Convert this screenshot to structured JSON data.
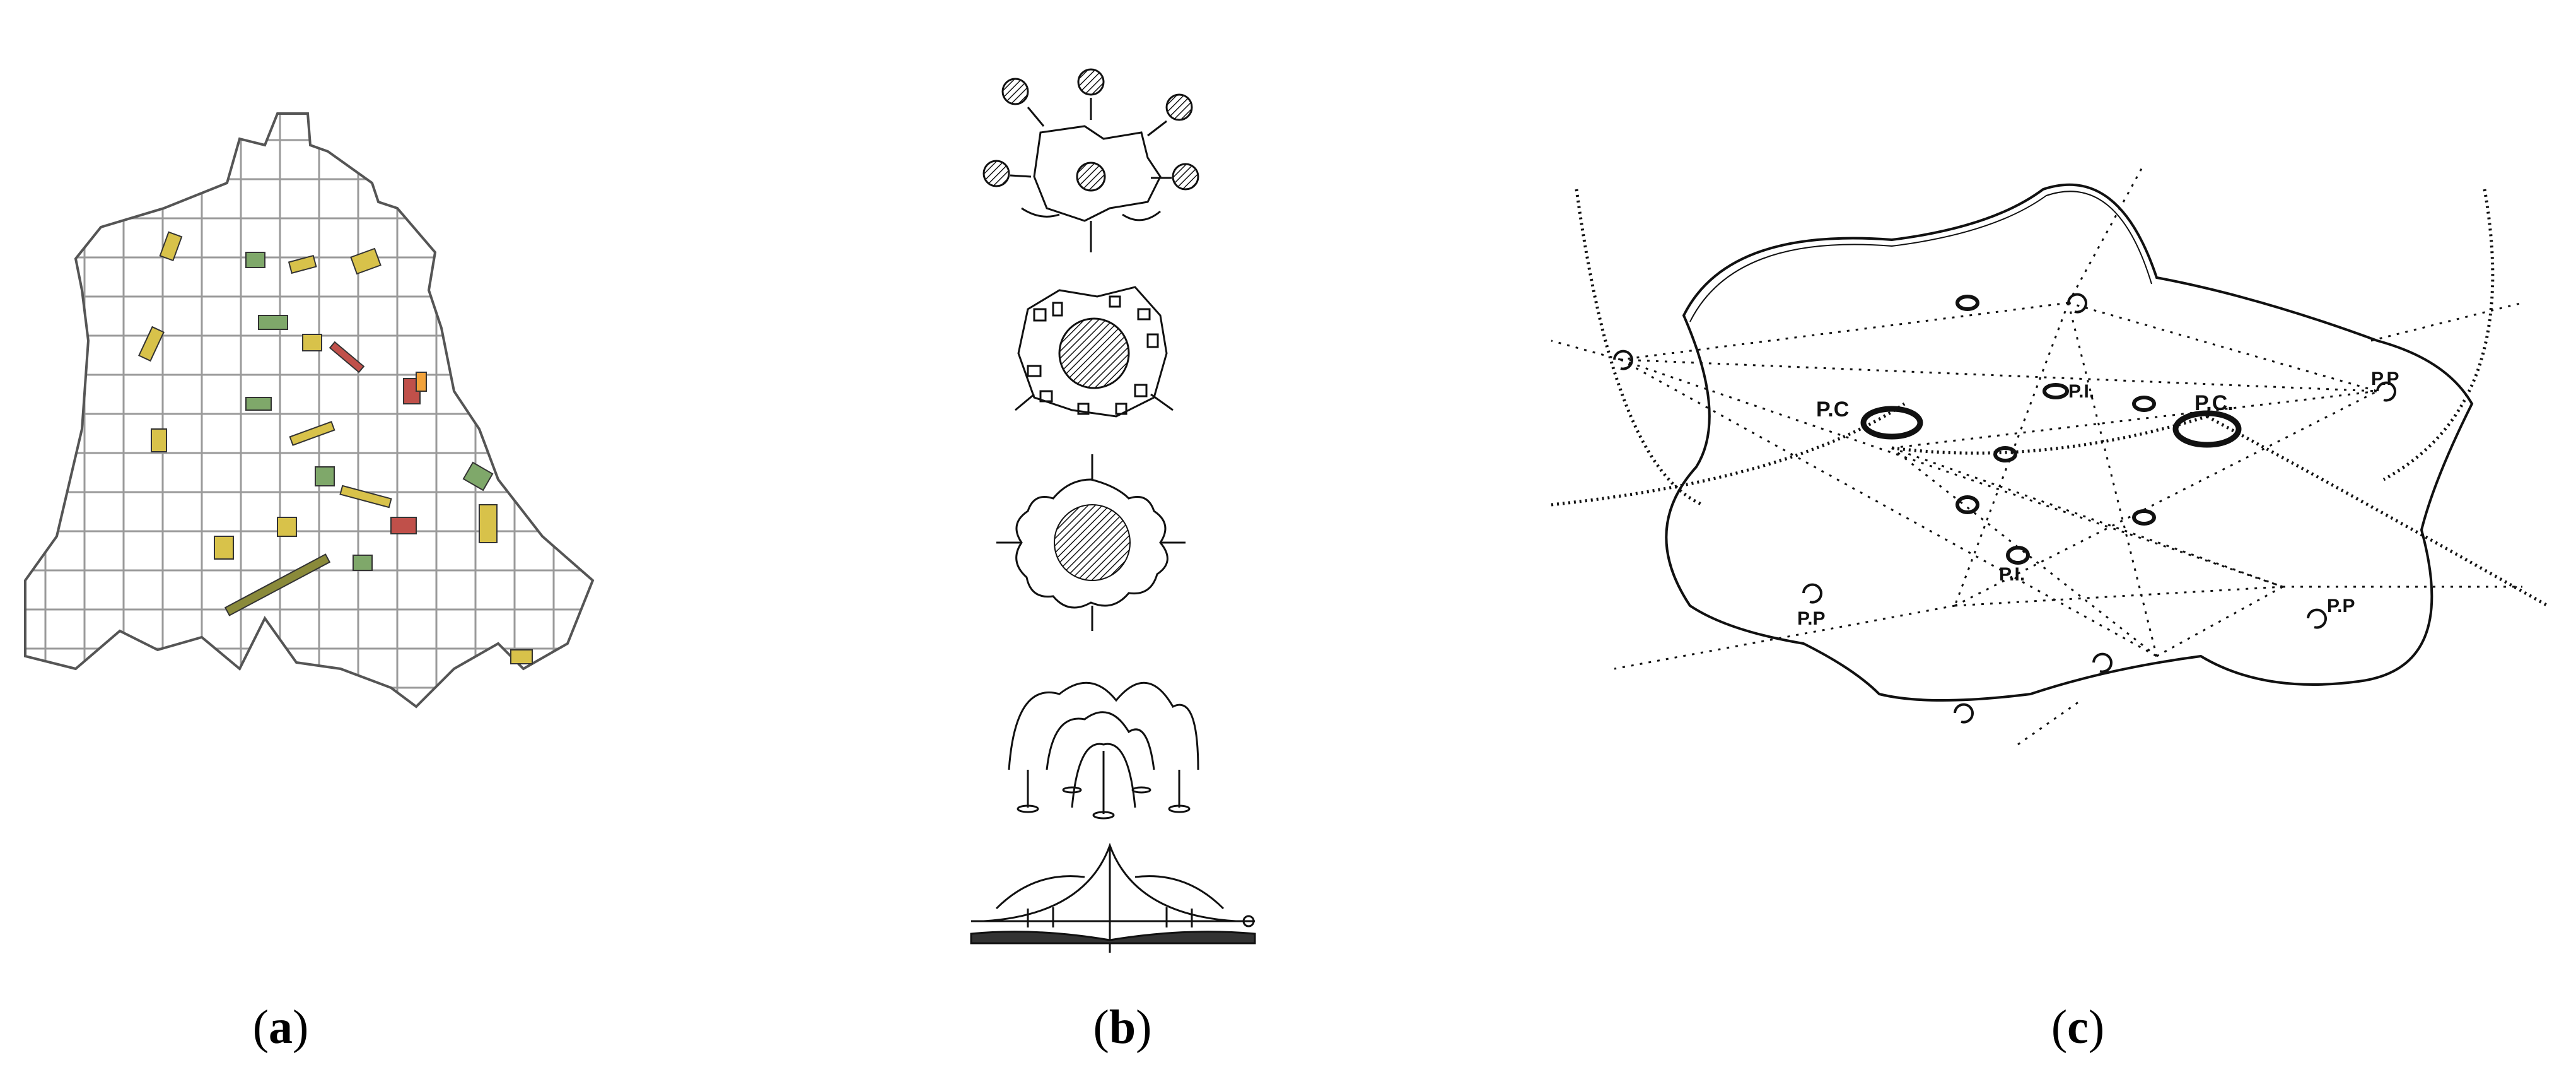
{
  "captions": {
    "a": "a",
    "b": "b",
    "c": "c"
  },
  "diagram_c": {
    "labels": {
      "pc_left": "P.C",
      "pc_right": "P.C.",
      "pi_top": "P.I.",
      "pi_bottom": "P.I.",
      "pp_top_right": "P.P",
      "pp_left": "P.P",
      "pp_right": "P.P"
    }
  },
  "colors": {
    "ink": "#111111",
    "grid": "#9a9a9a",
    "building_yellow": "#d8c24a",
    "building_green": "#7fa86a",
    "building_red": "#c0504a",
    "accent_orange": "#f2a23a"
  }
}
